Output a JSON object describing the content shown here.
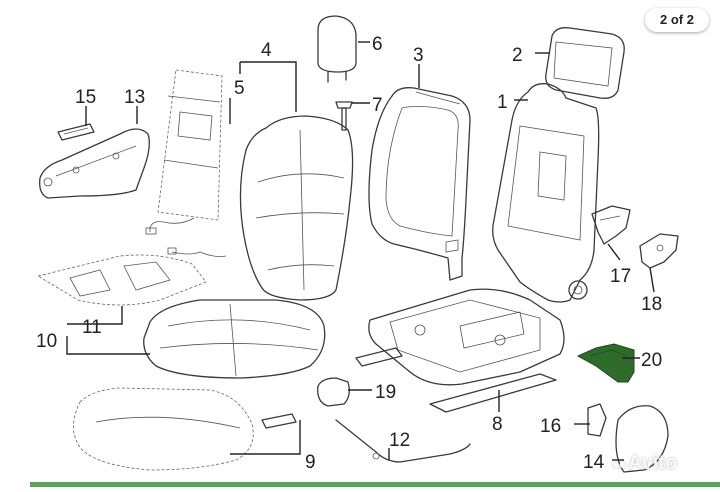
{
  "badge": {
    "page_indicator": "2 of 2"
  },
  "watermark": {
    "brand": "Avito"
  },
  "colors": {
    "highlight_part": "#2f6b2a",
    "line": "#3a3a3a",
    "bottom_bar": "#5aa35a"
  },
  "callouts": {
    "c1": "1",
    "c2": "2",
    "c3": "3",
    "c4": "4",
    "c5": "5",
    "c6": "6",
    "c7": "7",
    "c8": "8",
    "c9": "9",
    "c10": "10",
    "c11": "11",
    "c12": "12",
    "c13": "13",
    "c14": "14",
    "c15": "15",
    "c16": "16",
    "c17": "17",
    "c18": "18",
    "c19": "19",
    "c20": "20"
  }
}
